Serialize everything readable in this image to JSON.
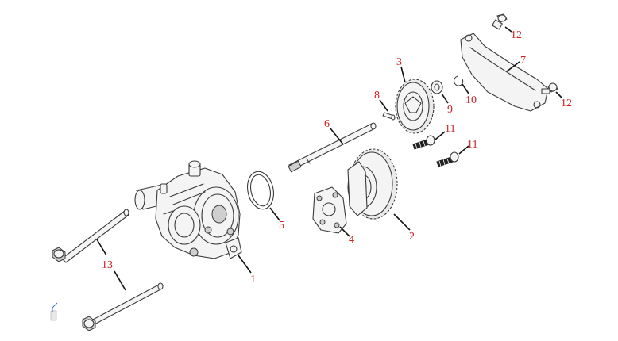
{
  "callouts": {
    "c1": "1",
    "c2": "2",
    "c3": "3",
    "c4": "4",
    "c5": "5",
    "c6": "6",
    "c7": "7",
    "c8": "8",
    "c9": "9",
    "c10": "10",
    "c11a": "11",
    "c11b": "11",
    "c12a": "12",
    "c12b": "12",
    "c13": "13"
  },
  "colors": {
    "callout_text": "#cc2222",
    "line_art": "#3a3a3a",
    "background": "#ffffff"
  }
}
